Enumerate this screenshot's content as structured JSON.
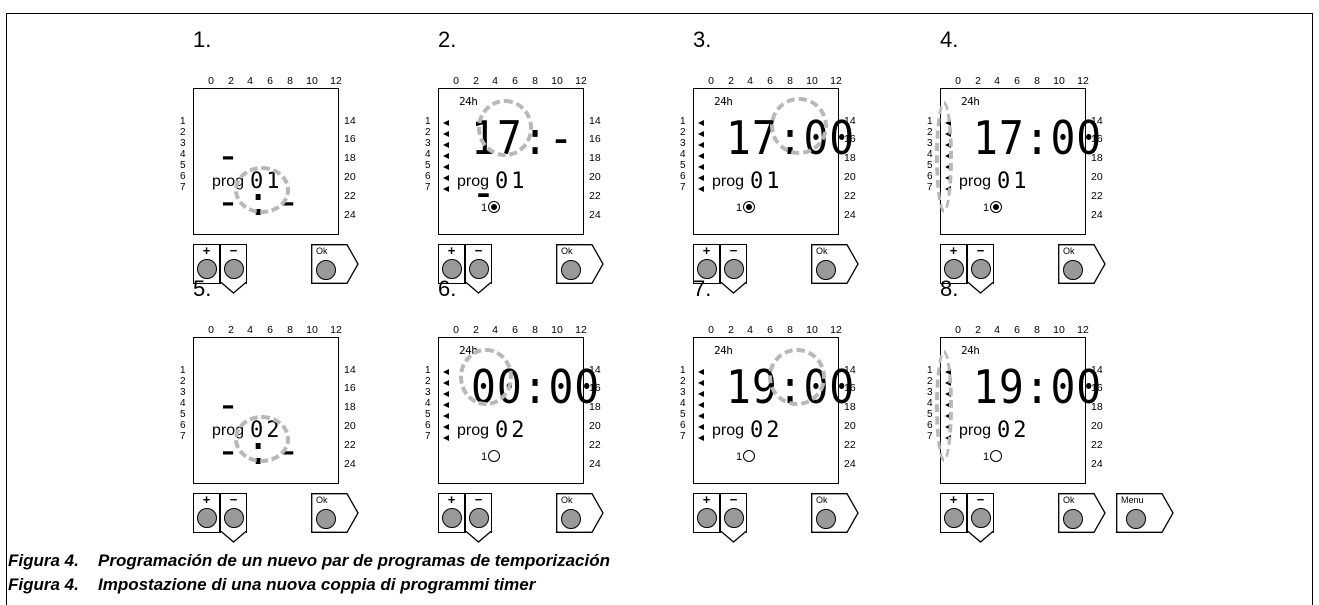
{
  "caption_lines": [
    {
      "num": "Figura 4.",
      "text": "Programación de un nuevo par de programas de temporización"
    },
    {
      "num": "Figura 4.",
      "text": "Impostazione di una nuova coppia di programmi timer"
    }
  ],
  "top_scale": [
    "0",
    "2",
    "4",
    "6",
    "8",
    "10",
    "12"
  ],
  "right_scale": [
    "14",
    "16",
    "18",
    "20",
    "22",
    "24"
  ],
  "day_numbers": [
    "1",
    "2",
    "3",
    "4",
    "5",
    "6",
    "7"
  ],
  "format_label": "24h",
  "prog_label": "prog",
  "channel_label": "1",
  "buttons": {
    "plus": "+",
    "minus": "−",
    "ok": "Ok",
    "menu": "Menu"
  },
  "steps": [
    {
      "number": "1.",
      "time": "- -:- -",
      "prog": "01",
      "show_24h": false,
      "show_arrows": false,
      "channel_on": null,
      "menu": false
    },
    {
      "number": "2.",
      "time": "17:- -",
      "prog": "01",
      "show_24h": true,
      "show_arrows": true,
      "channel_on": true,
      "menu": false
    },
    {
      "number": "3.",
      "time": "17:00",
      "prog": "01",
      "show_24h": true,
      "show_arrows": true,
      "channel_on": true,
      "menu": false
    },
    {
      "number": "4.",
      "time": "17:00",
      "prog": "01",
      "show_24h": true,
      "show_arrows": true,
      "channel_on": true,
      "menu": false
    },
    {
      "number": "5.",
      "time": "- -:- -",
      "prog": "02",
      "show_24h": false,
      "show_arrows": false,
      "channel_on": null,
      "menu": false
    },
    {
      "number": "6.",
      "time": "00:00",
      "prog": "02",
      "show_24h": true,
      "show_arrows": true,
      "channel_on": false,
      "menu": false
    },
    {
      "number": "7.",
      "time": "19:00",
      "prog": "02",
      "show_24h": true,
      "show_arrows": true,
      "channel_on": false,
      "menu": false
    },
    {
      "number": "8.",
      "time": "19:00",
      "prog": "02",
      "show_24h": true,
      "show_arrows": true,
      "channel_on": false,
      "menu": true
    }
  ]
}
